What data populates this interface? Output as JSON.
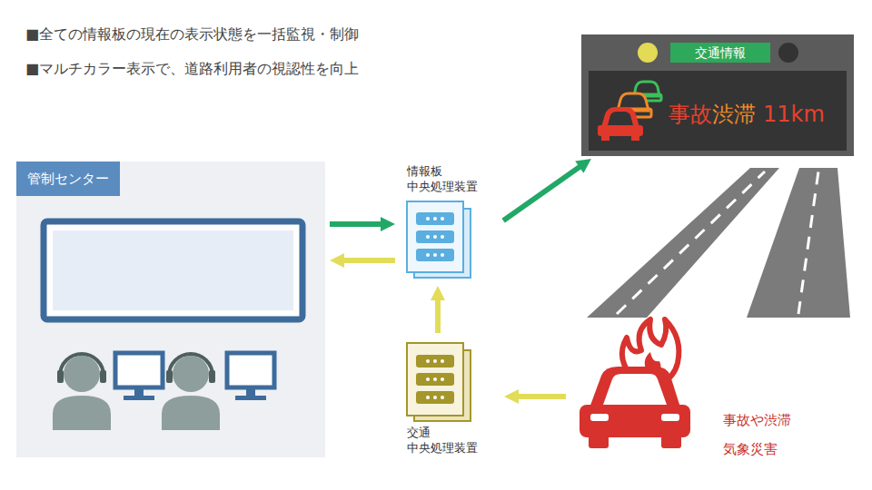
{
  "diagram": {
    "nodes": [
      {
        "text": [
          "管制センター"
        ]
      },
      {
        "text": [
          "情報板 中央処理装置"
        ]
      },
      {
        "text": [
          "交通 中央処理装置"
        ]
      },
      {
        "text": [
          "事故や渋滞",
          "気象災害"
        ]
      },
      {
        "text": [
          "交通情報",
          "事故",
          "渋滞",
          "11km"
        ]
      }
    ],
    "edges": [
      {
        "from": 0,
        "to": 1,
        "arrow": "to"
      },
      {
        "from": 1,
        "to": 0,
        "arrow": "to"
      },
      {
        "from": 2,
        "to": 1,
        "arrow": "to"
      },
      {
        "from": 3,
        "to": 2,
        "arrow": "to"
      },
      {
        "from": 1,
        "to": 4,
        "arrow": "to"
      }
    ],
    "labels": [
      "■全ての情報板の現在の表示状態を一括監視・制御",
      "■マルチカラー表示で、道路利用者の視認性を向上"
    ]
  }
}
